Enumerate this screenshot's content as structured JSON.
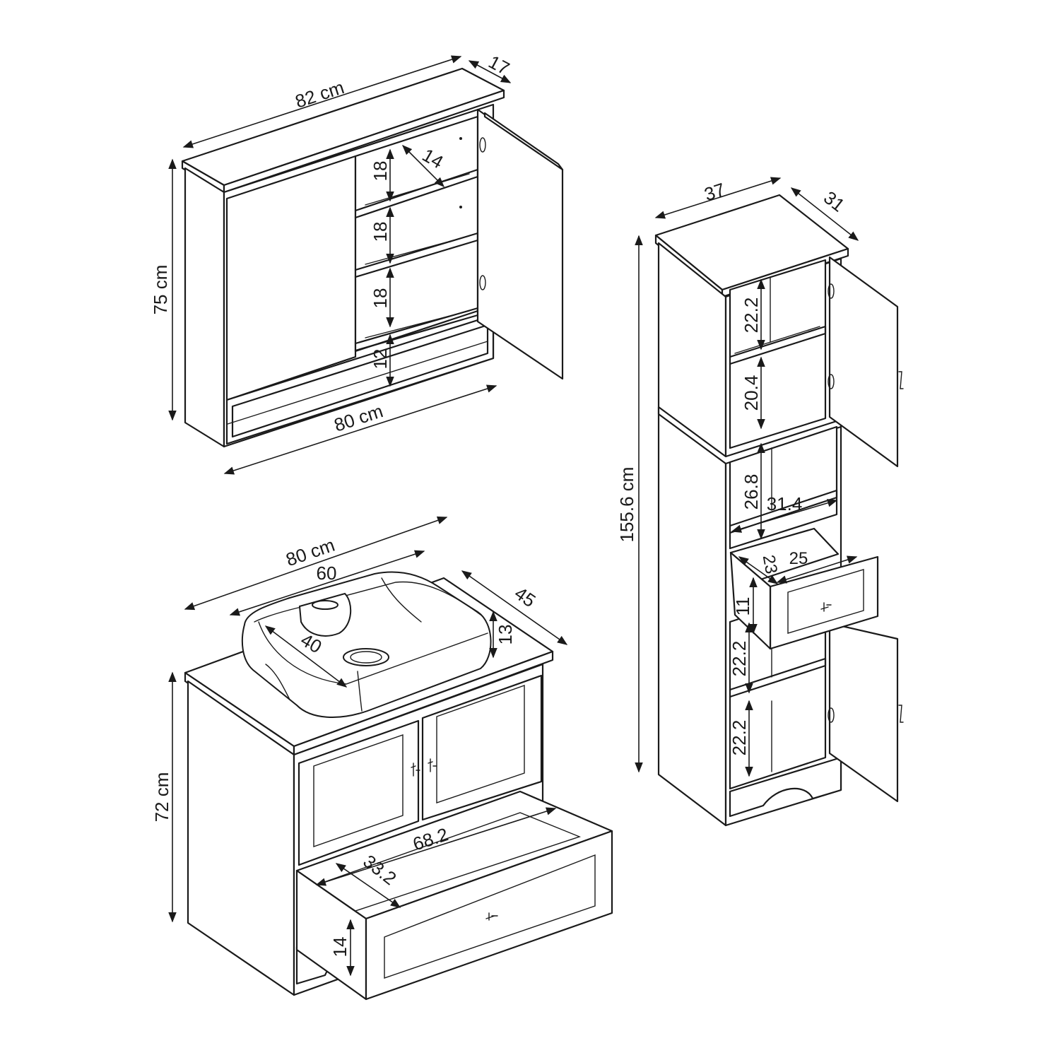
{
  "wall_cabinet": {
    "width_label": "82 cm",
    "depth_label": "17",
    "height_label": "75 cm",
    "inner_width_label": "80 cm",
    "shelf_depth_label": "14",
    "shelf_heights": [
      "18",
      "18",
      "18",
      "12"
    ]
  },
  "tall_cabinet": {
    "width_label": "37",
    "depth_label": "31",
    "height_label": "155.6 cm",
    "upper_shelf_heights": [
      "22.2",
      "20.4"
    ],
    "open_shelf_height": "26.8",
    "open_shelf_width": "31.4",
    "drawer_depth": "23",
    "drawer_width": "25",
    "drawer_height": "11",
    "lower_shelf_heights": [
      "22.2",
      "22.2"
    ]
  },
  "vanity": {
    "width_label": "80 cm",
    "basin_width_label": "60",
    "basin_depth_label": "40",
    "basin_height_label": "13",
    "depth_label": "45",
    "height_label": "72 cm",
    "drawer_width_label": "68.2",
    "drawer_depth_label": "33.2",
    "drawer_height_label": "14"
  }
}
